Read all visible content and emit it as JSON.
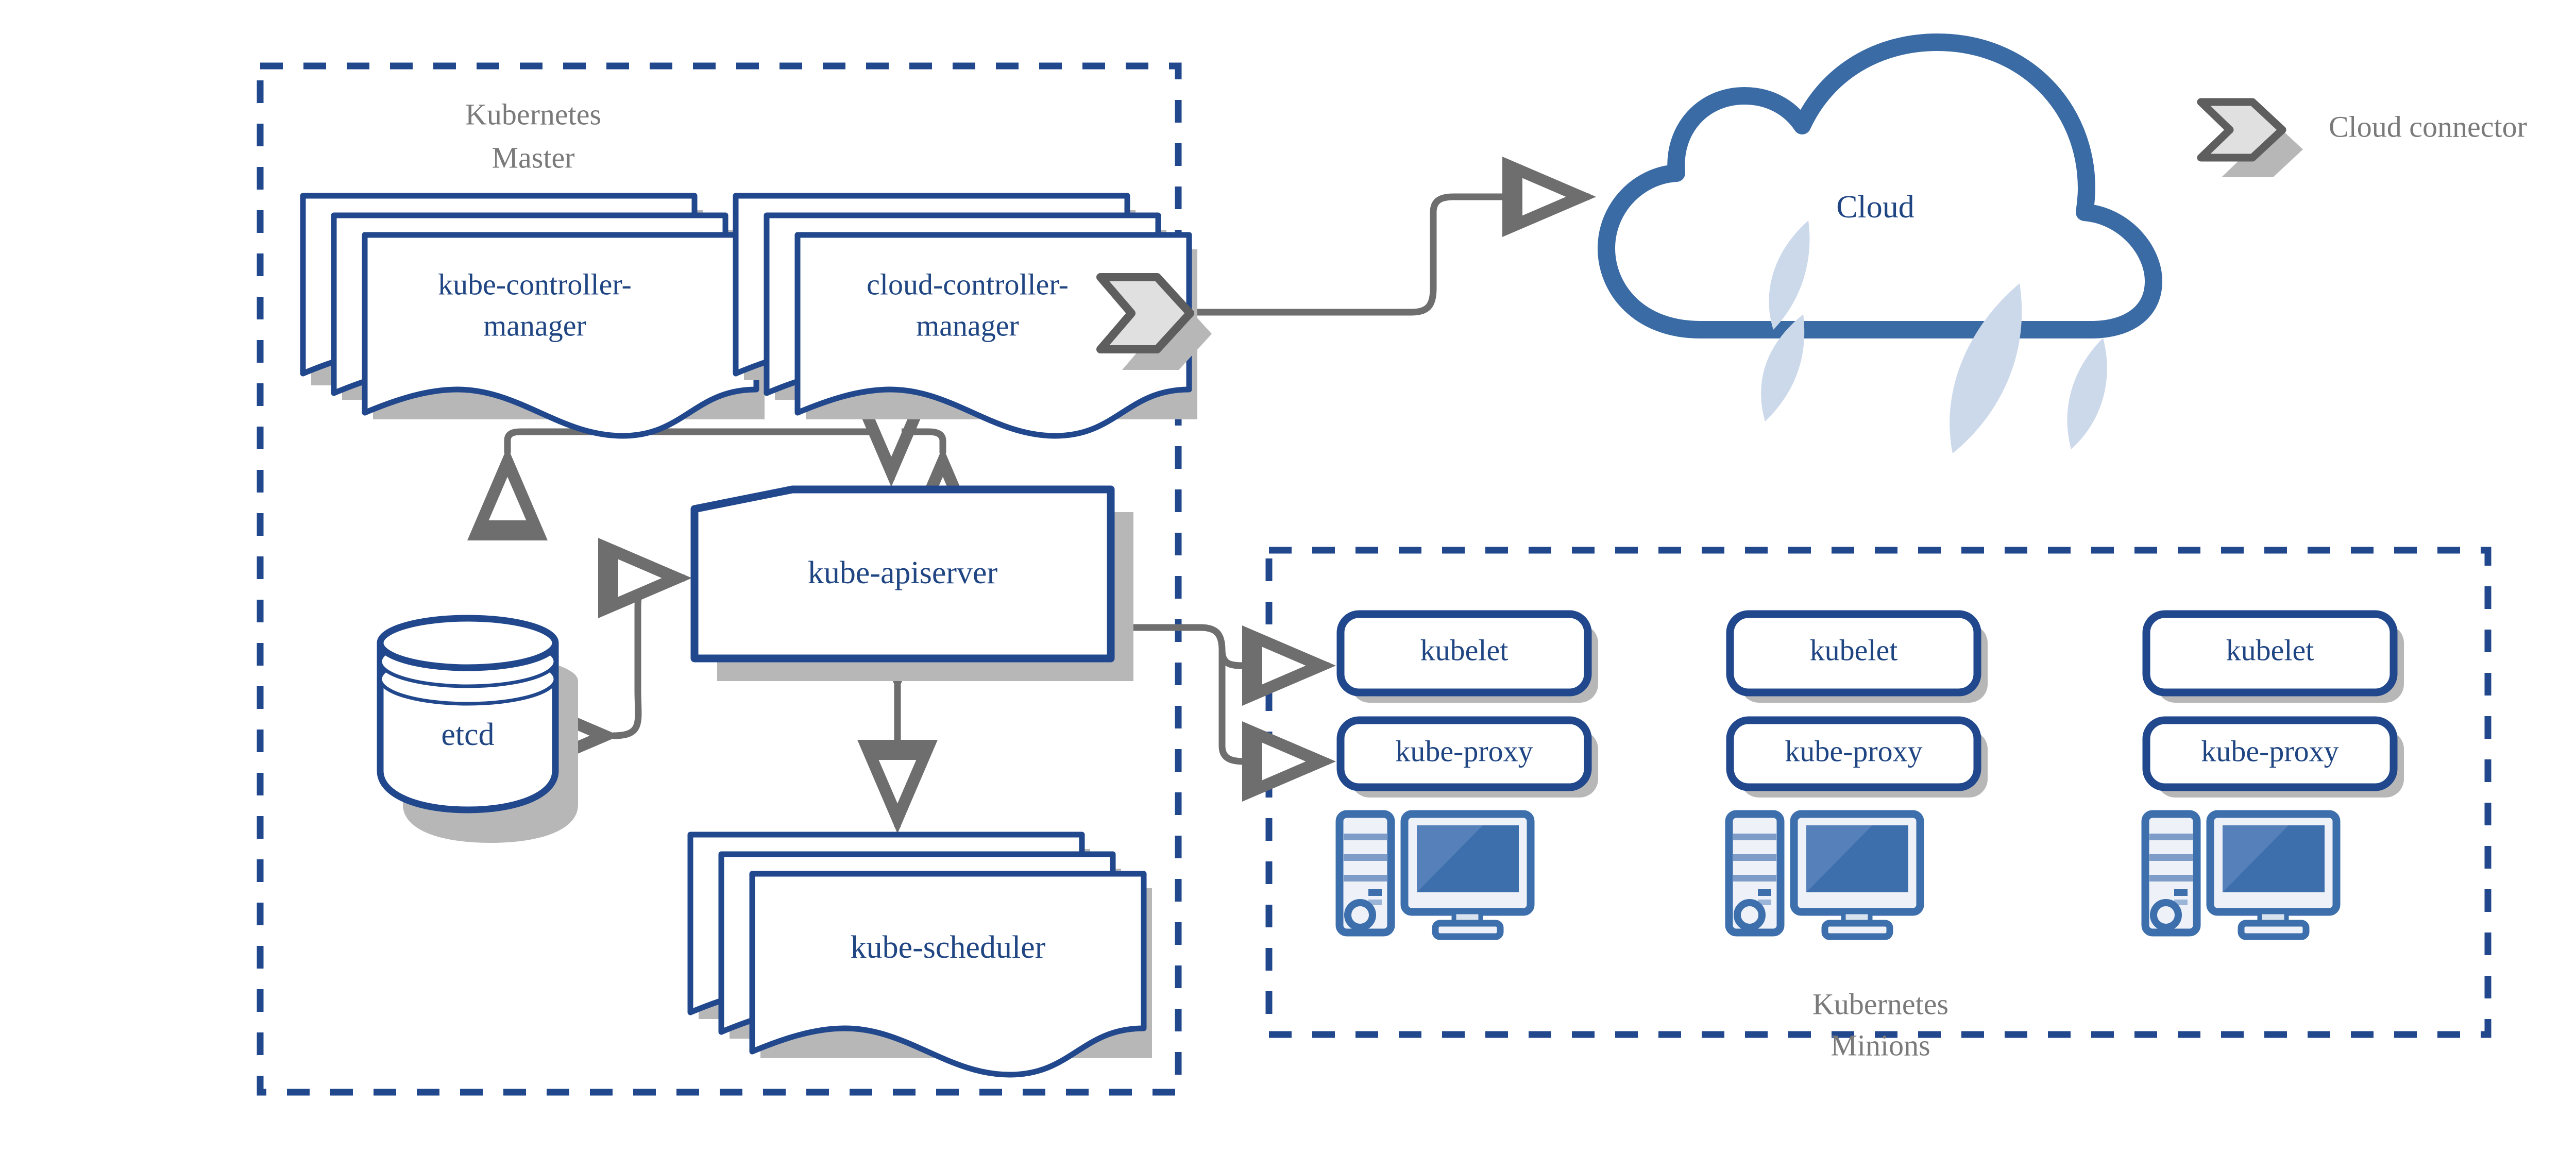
{
  "diagram": {
    "title": "Kubernetes architecture",
    "background_color": "#ffffff",
    "colors": {
      "node_border": "#21478c",
      "node_text": "#1f4583",
      "boundary_dash": "#21478c",
      "group_text": "#7a7a7a",
      "connector": "#6e6e6e",
      "shadow": "#b7b7b7",
      "cloud_outline": "#3a6ba5",
      "cloud_accent": "#ccd9ea",
      "pc_blue": "#3d6fad",
      "pc_light": "#eef2f8",
      "connector_fill": "#e0e0e0",
      "connector_stroke": "#5e5e5e"
    }
  },
  "master_group": {
    "label_line1": "Kubernetes",
    "label_line2": "Master",
    "nodes": {
      "kube_controller_manager": {
        "label_line1": "kube-controller-",
        "label_line2": "manager",
        "shape": "document-stack"
      },
      "cloud_controller_manager": {
        "label_line1": "cloud-controller-",
        "label_line2": "manager",
        "shape": "document-stack"
      },
      "kube_apiserver": {
        "label": "kube-apiserver",
        "shape": "pentagon"
      },
      "etcd": {
        "label": "etcd",
        "shape": "cylinder"
      },
      "kube_scheduler": {
        "label": "kube-scheduler",
        "shape": "document-stack"
      }
    }
  },
  "cloud": {
    "label": "Cloud",
    "shape": "cloud"
  },
  "legend": {
    "cloud_connector_label": "Cloud connector",
    "icon": "chevron-connector-icon"
  },
  "minions_group": {
    "label_line1": "Kubernetes",
    "label_line2": "Minions",
    "nodes": [
      {
        "kubelet_label": "kubelet",
        "kube_proxy_label": "kube-proxy",
        "machine_icon": "desktop-computer-icon"
      },
      {
        "kubelet_label": "kubelet",
        "kube_proxy_label": "kube-proxy",
        "machine_icon": "desktop-computer-icon"
      },
      {
        "kubelet_label": "kubelet",
        "kube_proxy_label": "kube-proxy",
        "machine_icon": "desktop-computer-icon"
      }
    ]
  },
  "connectors": [
    {
      "name": "apiserver-to-controller-managers",
      "direction": "bidirectional-branch"
    },
    {
      "name": "etcd-to-apiserver",
      "direction": "bidirectional"
    },
    {
      "name": "apiserver-to-scheduler",
      "direction": "bidirectional"
    },
    {
      "name": "apiserver-to-minion-agents",
      "direction": "bidirectional-branch"
    },
    {
      "name": "cloud-controller-manager-to-cloud",
      "direction": "to-cloud"
    }
  ]
}
